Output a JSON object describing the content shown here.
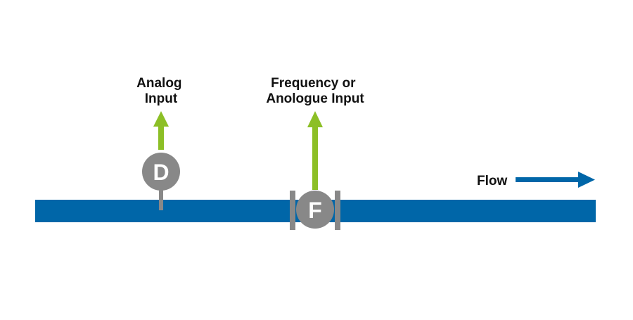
{
  "labels": {
    "analog_line1": "Analog",
    "analog_line2": "Input",
    "freq_line1": "Frequency or",
    "freq_line2": "Anologue Input",
    "flow": "Flow"
  },
  "instruments": {
    "density": "D",
    "flowmeter": "F"
  },
  "colors": {
    "pipe": "#0066a8",
    "signal_arrow": "#8cbf26",
    "instrument": "#888888",
    "text": "#111111"
  }
}
